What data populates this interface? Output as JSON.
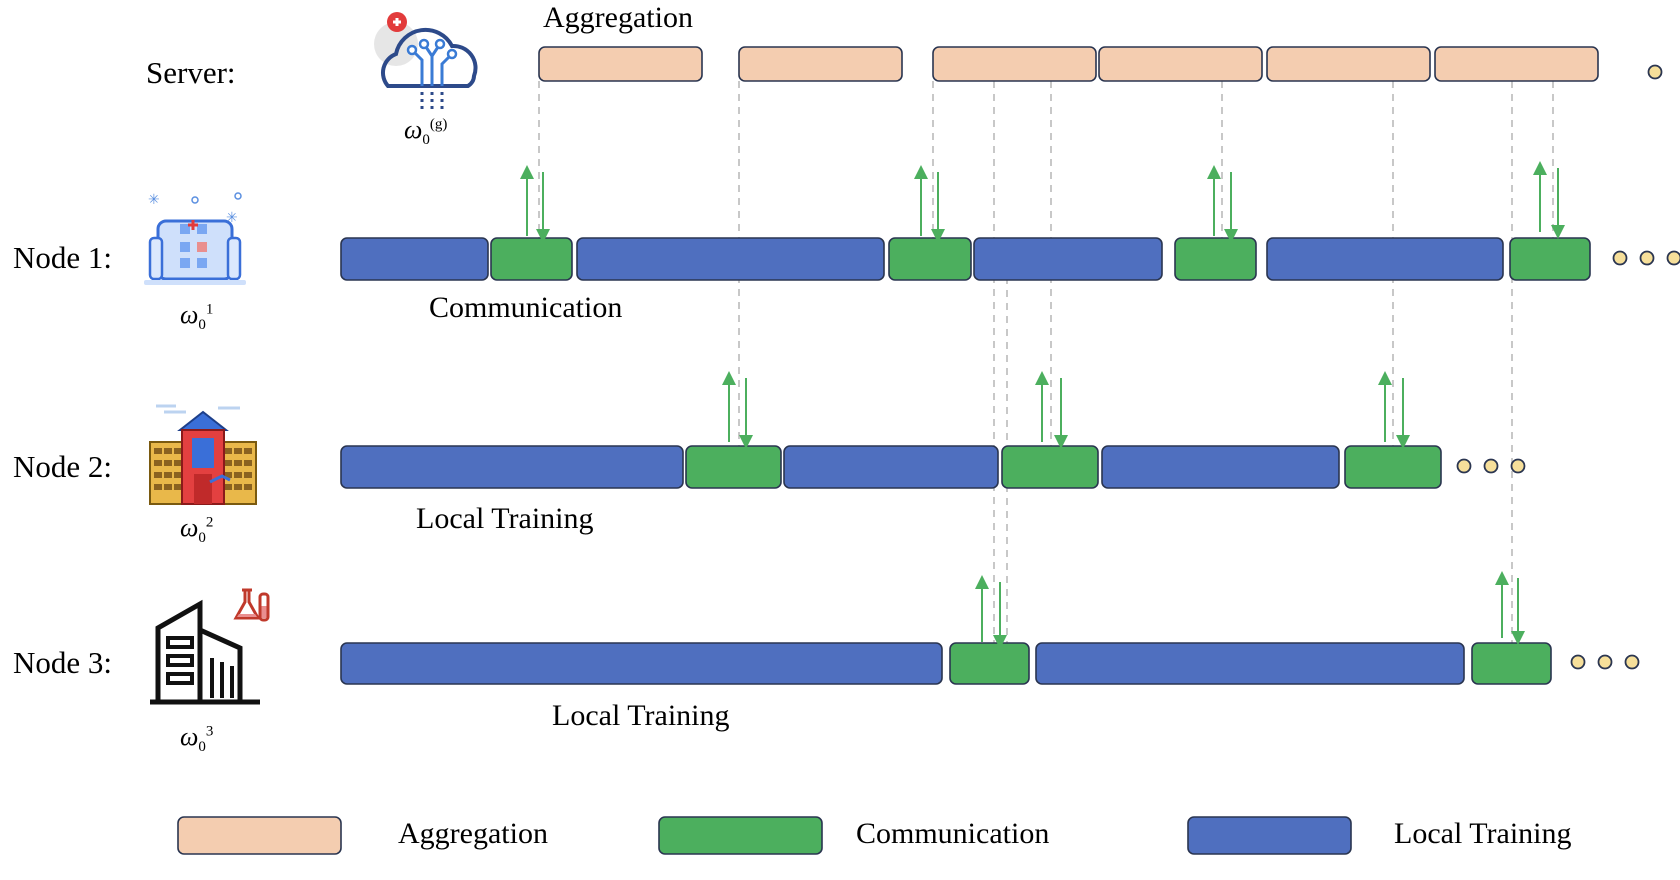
{
  "colors": {
    "aggregation": "#f4cdb0",
    "communication": "#4caf5e",
    "local_training": "#4f6fbf",
    "border": "#2a3550",
    "arrow_green": "#4caf5e",
    "dashed": "#c8c8c8",
    "ellipsis_fill": "#f6df9a"
  },
  "labels": {
    "server": "Server:",
    "node1": "Node 1:",
    "node2": "Node 2:",
    "node3": "Node 3:",
    "aggregation_caption": "Aggregation",
    "communication_caption": "Communication",
    "local_training_caption_n2": "Local Training",
    "local_training_caption_n3": "Local Training"
  },
  "weights": {
    "server": {
      "base": "ω",
      "sup": "(g)",
      "sub": "0"
    },
    "node1": {
      "base": "ω",
      "sup": "1",
      "sub": "0"
    },
    "node2": {
      "base": "ω",
      "sup": "2",
      "sub": "0"
    },
    "node3": {
      "base": "ω",
      "sup": "3",
      "sub": "0"
    }
  },
  "icons": {
    "server": "cloud-network-icon",
    "node1": "hospital-icon",
    "node2": "school-building-icon",
    "node3": "lab-building-icon"
  },
  "legend": {
    "aggregation": "Aggregation",
    "communication": "Communication",
    "local_training": "Local Training"
  }
}
